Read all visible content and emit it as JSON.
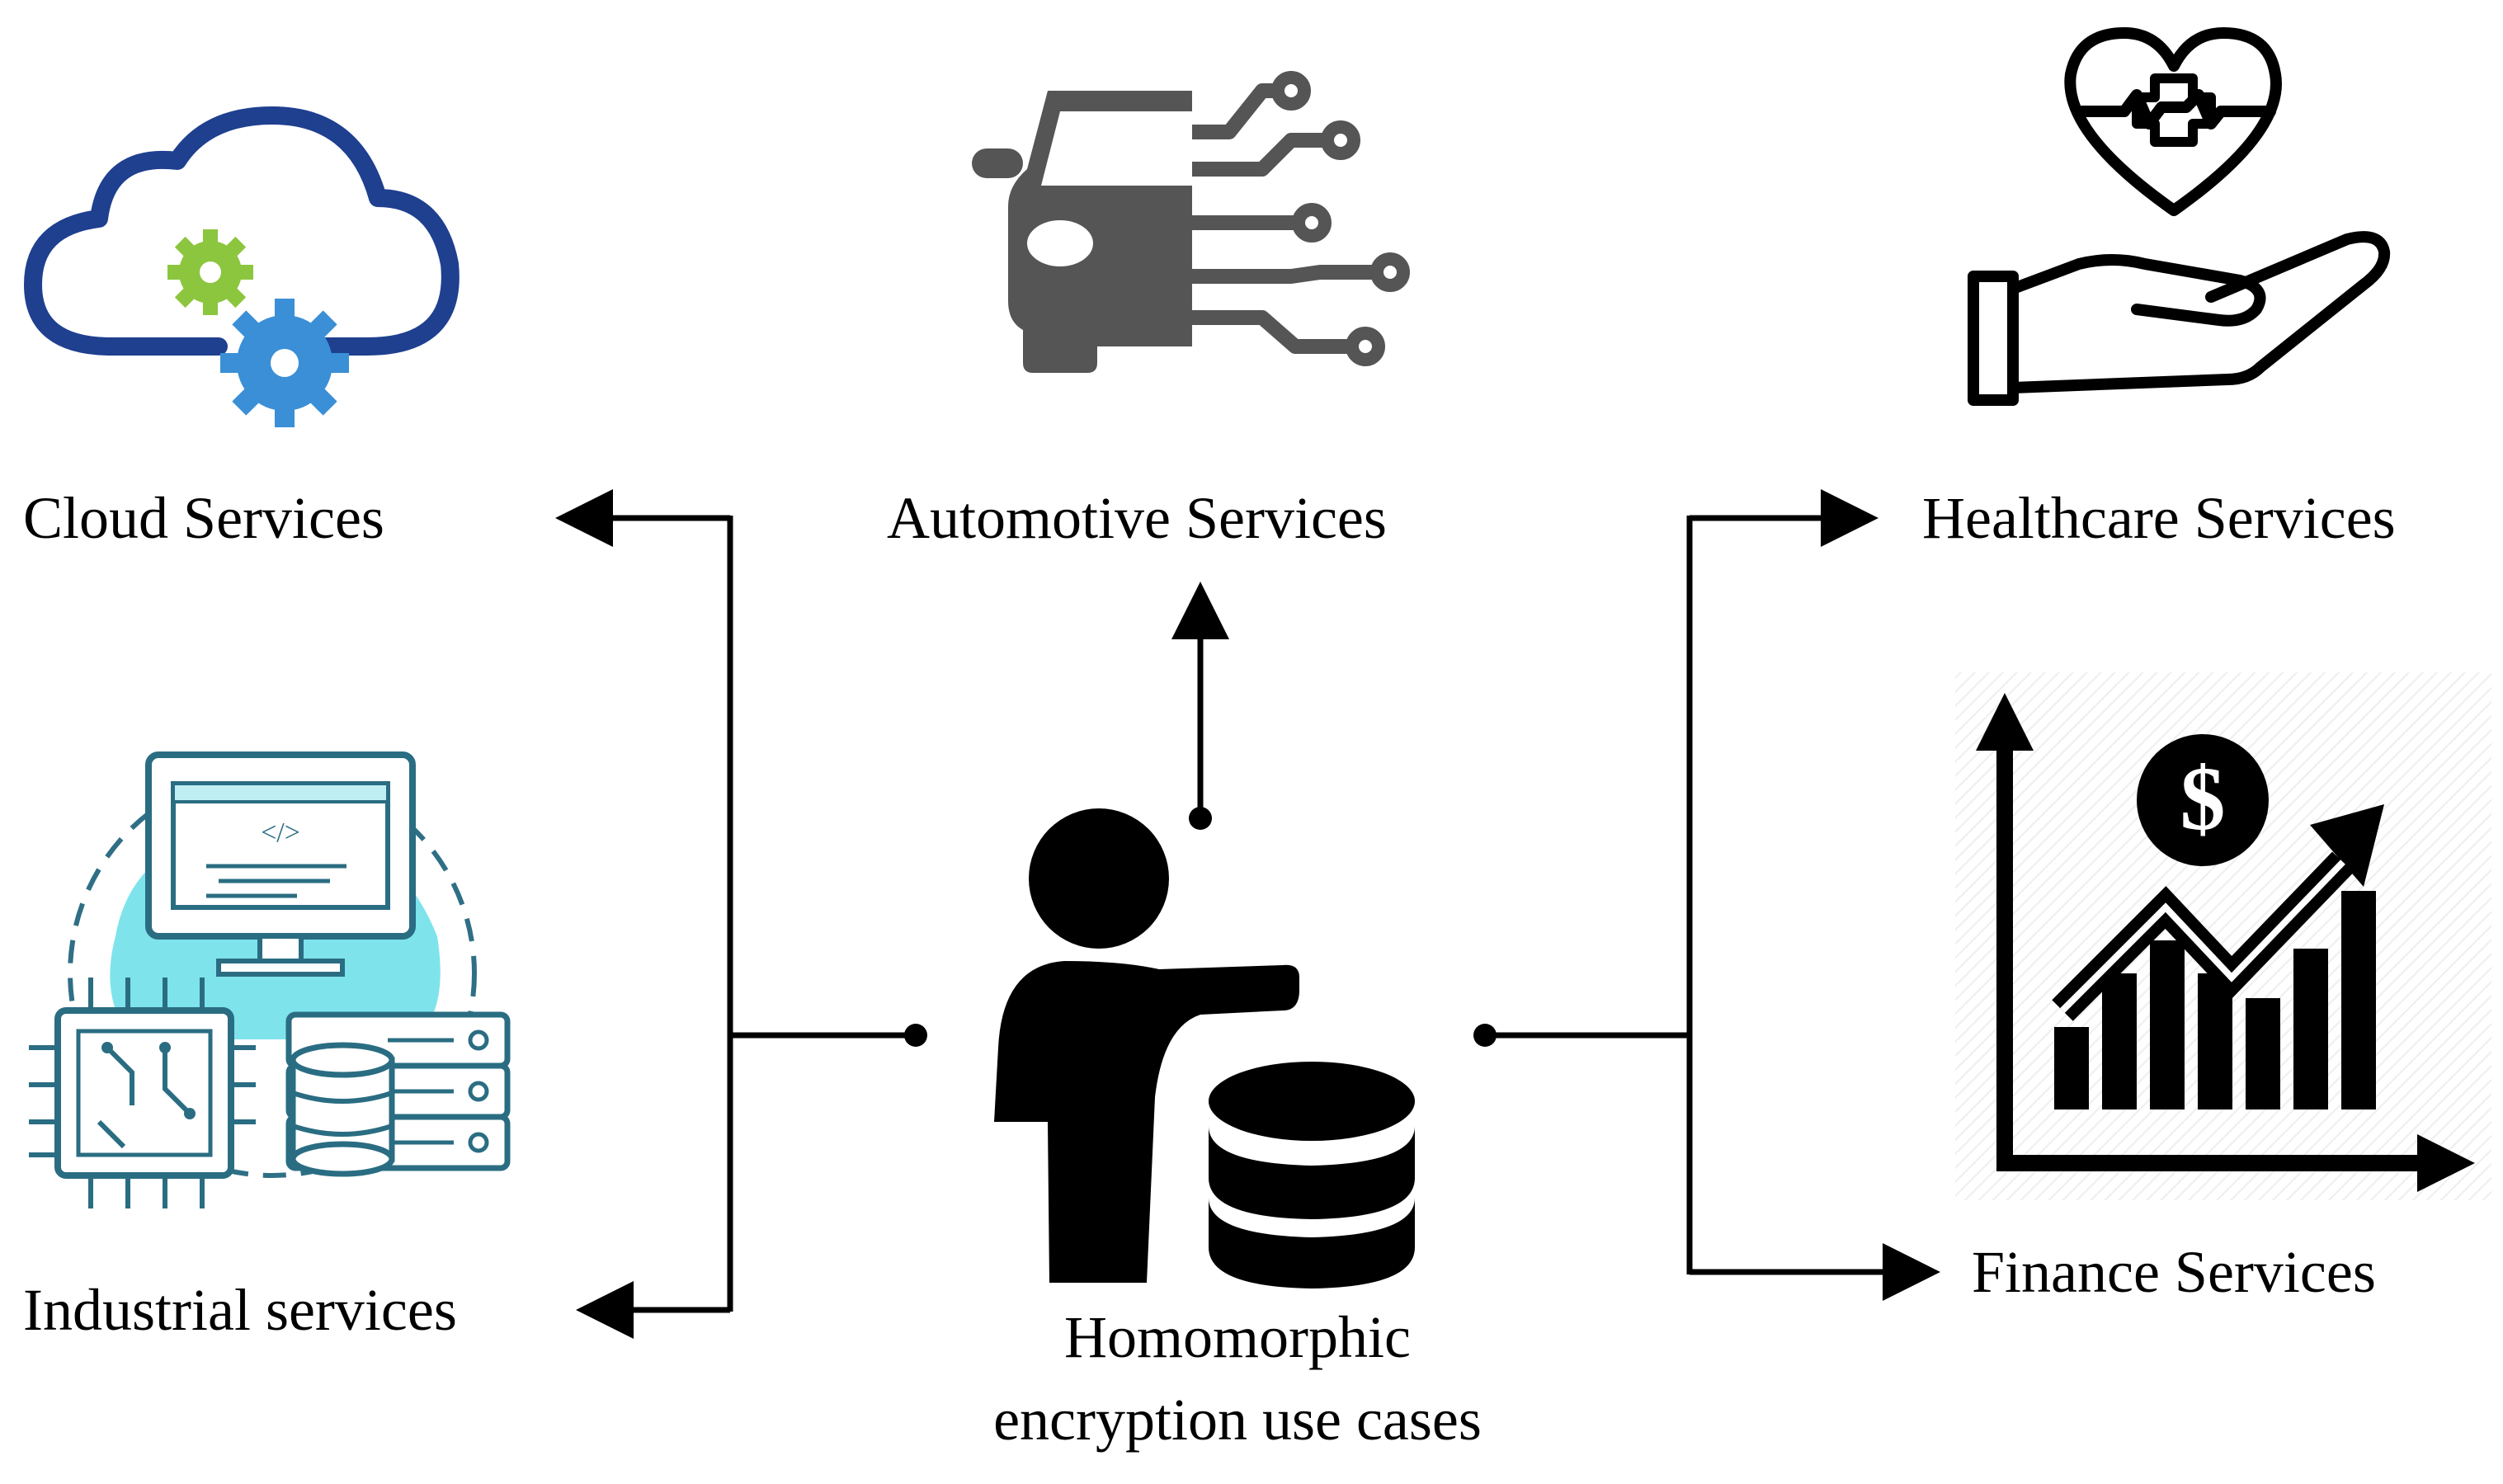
{
  "diagram": {
    "center": {
      "title_line1": "Homomorphic",
      "title_line2": "encryption use cases",
      "icon": "person-with-database-icon"
    },
    "nodes": [
      {
        "key": "cloud",
        "label": "Cloud Services",
        "icon": "cloud-gears-icon"
      },
      {
        "key": "automotive",
        "label": "Automotive Services",
        "icon": "connected-car-icon"
      },
      {
        "key": "healthcare",
        "label": "Healthcare Services",
        "icon": "hand-heart-icon"
      },
      {
        "key": "industrial",
        "label": "Industrial services",
        "icon": "computer-chip-server-icon"
      },
      {
        "key": "finance",
        "label": "Finance Services",
        "icon": "rising-chart-dollar-icon"
      }
    ],
    "colors": {
      "line": "#000000",
      "cloud_outline": "#1f3f8f",
      "gear_green": "#8cc63f",
      "gear_blue": "#3a8fd6",
      "car_gray": "#555555",
      "industrial_teal": "#6fc9d6",
      "industrial_cyan_fill": "#7fe3ec"
    }
  }
}
